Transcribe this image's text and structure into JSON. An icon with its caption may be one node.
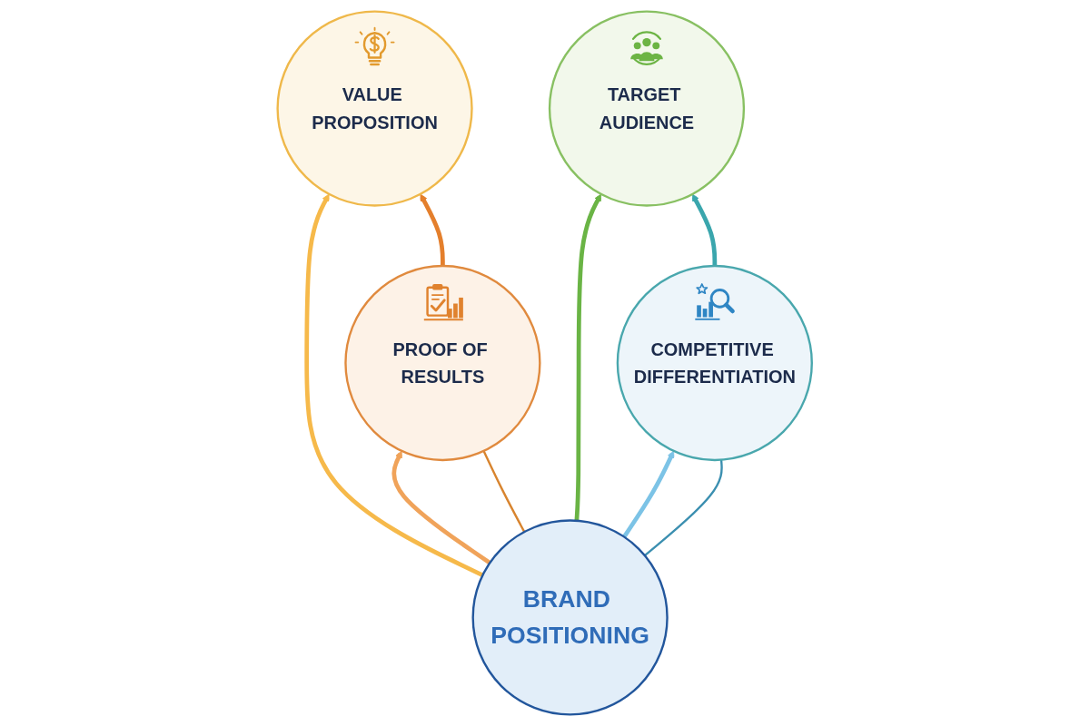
{
  "diagram": {
    "nodes": [
      {
        "text": [
          "VALUE PROPOSITION"
        ]
      },
      {
        "text": [
          "TARGET AUDIENCE"
        ]
      },
      {
        "text": [
          "BRAND POSITIONING"
        ]
      },
      {
        "text": [
          "PROOF OF RESULTS"
        ]
      },
      {
        "text": [
          "COMPETITIVE DIFFERENTIATION"
        ]
      }
    ],
    "edges": [
      {
        "from": 2,
        "to": 0,
        "arrow": "to",
        "color": "#f6b94a"
      },
      {
        "from": 2,
        "to": 1,
        "arrow": "to",
        "color": "#6ab445"
      },
      {
        "from": 3,
        "to": 0,
        "arrow": "to",
        "color": "#e47f2c"
      },
      {
        "from": 4,
        "to": 1,
        "arrow": "to",
        "color": "#3aa6ad"
      },
      {
        "from": 2,
        "to": 3,
        "arrow": "to",
        "color": "#f0a35a"
      },
      {
        "from": 2,
        "to": 4,
        "arrow": "to",
        "color": "#7cc3e6"
      },
      {
        "from": 2,
        "to": 3,
        "arrow": "none",
        "color": "#d8842e"
      },
      {
        "from": 2,
        "to": 4,
        "arrow": "none",
        "color": "#3b8fb0"
      }
    ]
  }
}
